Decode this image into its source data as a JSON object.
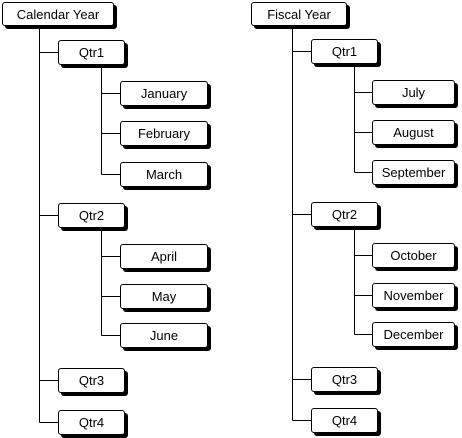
{
  "trees": {
    "calendar": {
      "root": "Calendar Year",
      "quarters": [
        {
          "label": "Qtr1",
          "months": [
            "January",
            "February",
            "March"
          ]
        },
        {
          "label": "Qtr2",
          "months": [
            "April",
            "May",
            "June"
          ]
        },
        {
          "label": "Qtr3",
          "months": []
        },
        {
          "label": "Qtr4",
          "months": []
        }
      ]
    },
    "fiscal": {
      "root": "Fiscal Year",
      "quarters": [
        {
          "label": "Qtr1",
          "months": [
            "July",
            "August",
            "September"
          ]
        },
        {
          "label": "Qtr2",
          "months": [
            "October",
            "November",
            "December"
          ]
        },
        {
          "label": "Qtr3",
          "months": []
        },
        {
          "label": "Qtr4",
          "months": []
        }
      ]
    }
  }
}
